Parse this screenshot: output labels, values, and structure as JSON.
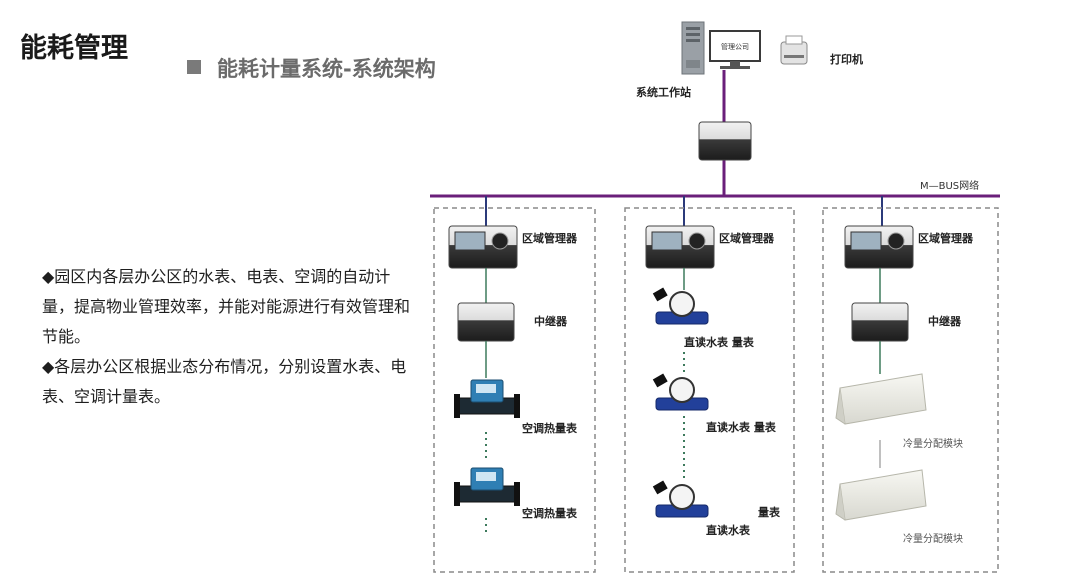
{
  "page_title": "能耗管理",
  "section_title": "能耗计量系统-系统架构",
  "description": [
    "◆园区内各层办公区的水表、电表、空调的自动计量，提高物业管理效率，并能对能源进行有效管理和节能。",
    "◆各层办公区根据业态分布情况，分别设置水表、电表、空调计量表。"
  ],
  "diagram": {
    "workstation_label": "系统工作站",
    "monitor_text": "管理公司",
    "printer_label": "打印机",
    "bus_label": "M—BUS网络",
    "colors": {
      "bus": "#6a1f7a",
      "link_solid": "#3d7a5c",
      "link_dotted": "#3d7a5c"
    },
    "zone1": {
      "manager_label": "区域管理器",
      "repeater_label": "中继器",
      "meter1_label": "空调热量表",
      "meter2_label": "空调热量表"
    },
    "zone2": {
      "manager_label": "区域管理器",
      "meter1_label": "直读水表 量表",
      "meter2_label": "直读水表 量表",
      "meter3_label_a": "量表",
      "meter3_label_b": "直读水表"
    },
    "zone3": {
      "manager_label": "区域管理器",
      "repeater_label": "中继器",
      "module1_label": "冷量分配模块",
      "module2_label": "冷量分配模块"
    }
  }
}
